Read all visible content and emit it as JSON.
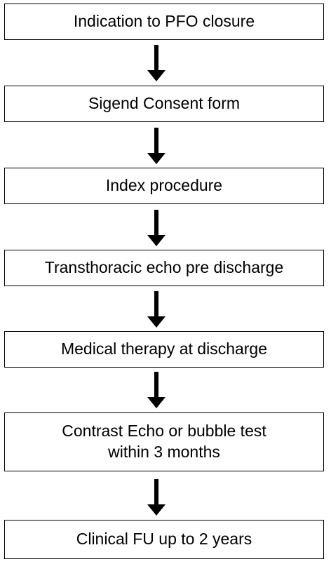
{
  "steps": [
    {
      "label": "Indication to PFO closure"
    },
    {
      "label": "Sigend Consent form"
    },
    {
      "label": "Index procedure"
    },
    {
      "label": "Transthoracic echo pre discharge"
    },
    {
      "label": "Medical therapy at discharge"
    },
    {
      "label": "Contrast Echo or bubble test\nwithin 3 months"
    },
    {
      "label": "Clinical FU up to 2 years"
    }
  ],
  "colors": {
    "border": "#000000",
    "arrow": "#000000",
    "background": "#ffffff"
  }
}
